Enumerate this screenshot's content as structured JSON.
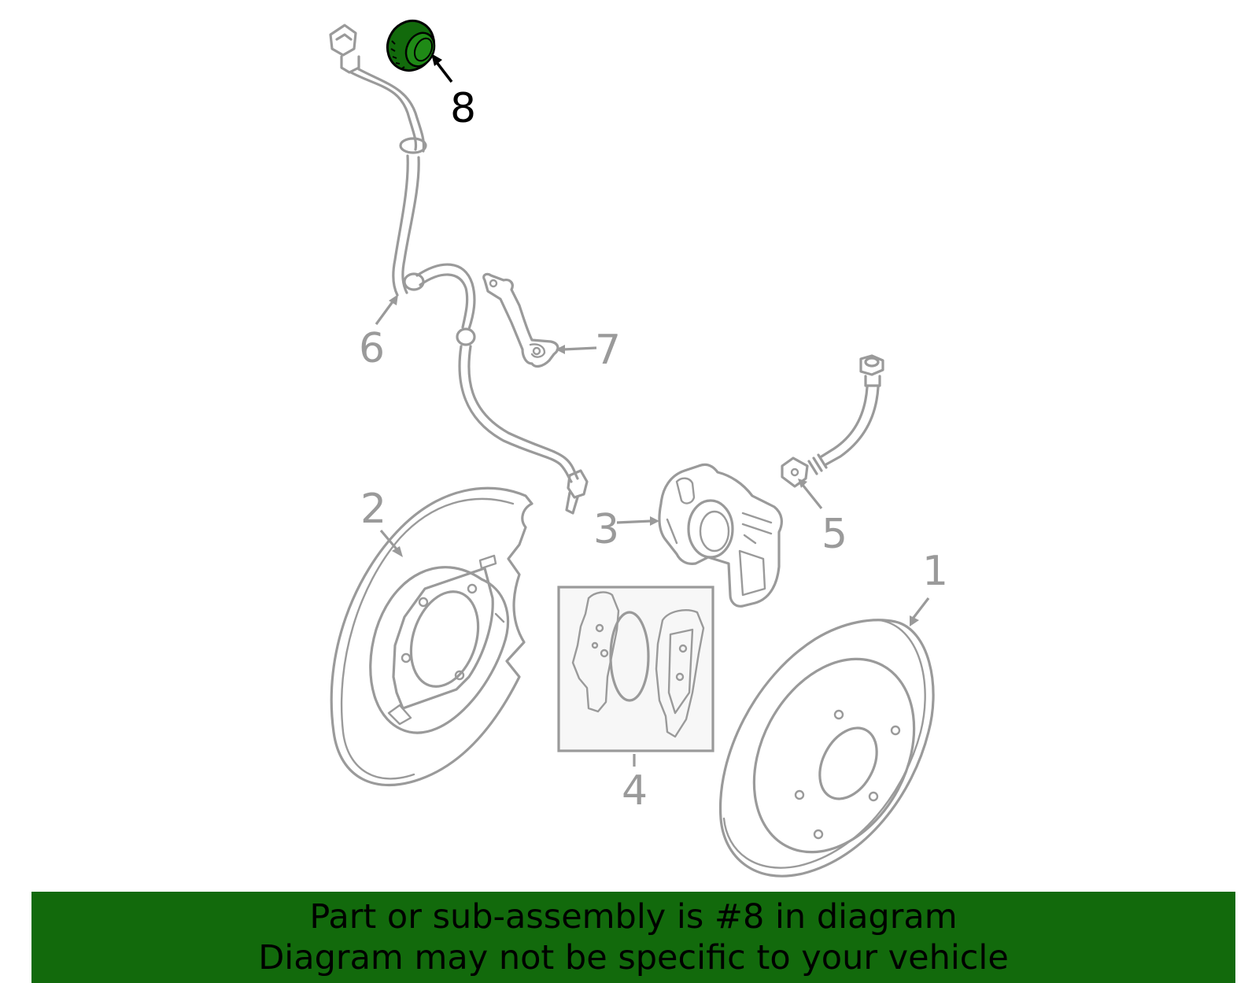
{
  "diagram": {
    "callouts": [
      {
        "id": "1",
        "label": "1",
        "highlighted": false
      },
      {
        "id": "2",
        "label": "2",
        "highlighted": false
      },
      {
        "id": "3",
        "label": "3",
        "highlighted": false
      },
      {
        "id": "4",
        "label": "4",
        "highlighted": false
      },
      {
        "id": "5",
        "label": "5",
        "highlighted": false
      },
      {
        "id": "6",
        "label": "6",
        "highlighted": false
      },
      {
        "id": "7",
        "label": "7",
        "highlighted": false
      },
      {
        "id": "8",
        "label": "8",
        "highlighted": true
      }
    ],
    "colors": {
      "part_stroke": "#9a9a9a",
      "highlight_fill": "#126a0c",
      "highlight_stroke": "#000000",
      "banner_bg": "#126a0c",
      "pad_box_bg": "#f7f7f7"
    }
  },
  "banner": {
    "line1": "Part or sub-assembly is #8 in diagram",
    "line2": "Diagram may not be specific to your vehicle"
  }
}
